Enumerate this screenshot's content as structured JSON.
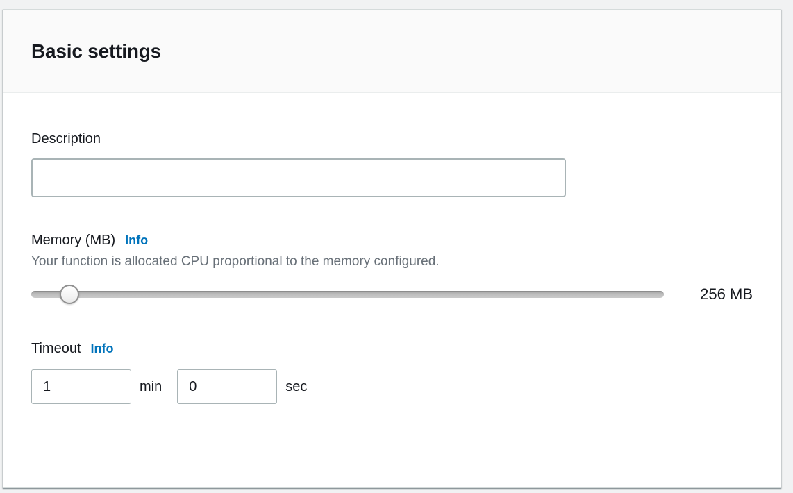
{
  "panel": {
    "title": "Basic settings"
  },
  "description": {
    "label": "Description",
    "value": ""
  },
  "memory": {
    "label": "Memory (MB)",
    "info_label": "Info",
    "helper": "Your function is allocated CPU proportional to the memory configured.",
    "value_display": "256 MB",
    "slider_percent": 6
  },
  "timeout": {
    "label": "Timeout",
    "info_label": "Info",
    "minutes": {
      "value": "1",
      "unit": "min"
    },
    "seconds": {
      "value": "0",
      "unit": "sec"
    }
  },
  "colors": {
    "accent_blue": "#0073bb",
    "heading_text": "#16191f",
    "secondary_text": "#687078",
    "input_border": "#a9b4b6",
    "card_border": "#d5dbdb",
    "header_bg": "#fafafa",
    "divider": "#eaeded",
    "page_bg": "#f1f2f3"
  }
}
